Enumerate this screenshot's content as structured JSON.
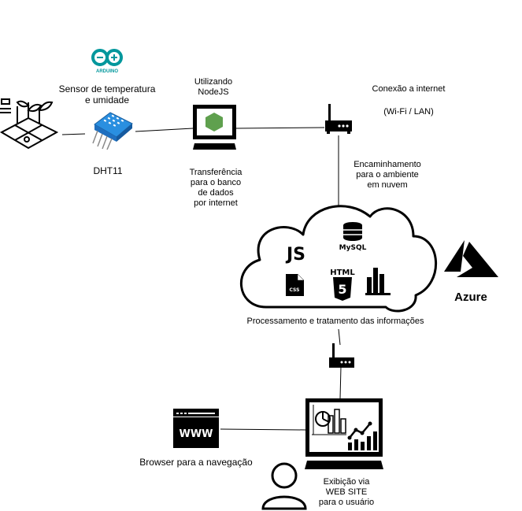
{
  "labels": {
    "sensor_title_1": "Sensor de temperatura",
    "sensor_title_2": "e umidade",
    "sensor_name": "DHT11",
    "nodejs_1": "Utilizando",
    "nodejs_2": "NodeJS",
    "transfer_1": "Transferência",
    "transfer_2": "para o banco",
    "transfer_3": "de dados",
    "transfer_4": "por internet",
    "internet_1": "Conexão a internet",
    "internet_2": "(Wi-Fi / LAN)",
    "cloud_route_1": "Encaminhamento",
    "cloud_route_2": "para o ambiente",
    "cloud_route_3": "em nuvem",
    "processing": "Processamento e tratamento das informações",
    "azure": "Azure",
    "browser": "Browser para a navegação",
    "website_1": "Exibição via",
    "website_2": "WEB SITE",
    "website_3": "para o usuário"
  },
  "icon_text": {
    "arduino": "ARDUINO",
    "js": "JS",
    "mysql": "MySQL",
    "css": "CSS",
    "html": "HTML",
    "www": "WWW"
  },
  "icons": [
    "plant-iot-icon",
    "arduino-logo-icon",
    "dht11-sensor-icon",
    "nodejs-monitor-icon",
    "router-icon",
    "cloud-icon",
    "mysql-icon",
    "css-icon",
    "html5-icon",
    "bar-chart-icon",
    "azure-logo-icon",
    "browser-www-icon",
    "dashboard-monitor-icon",
    "user-icon"
  ],
  "colors": {
    "arduino": "#00979C",
    "dht11": "#2A8FE0",
    "nodejs": "#5FA04E",
    "stroke": "#000000"
  }
}
